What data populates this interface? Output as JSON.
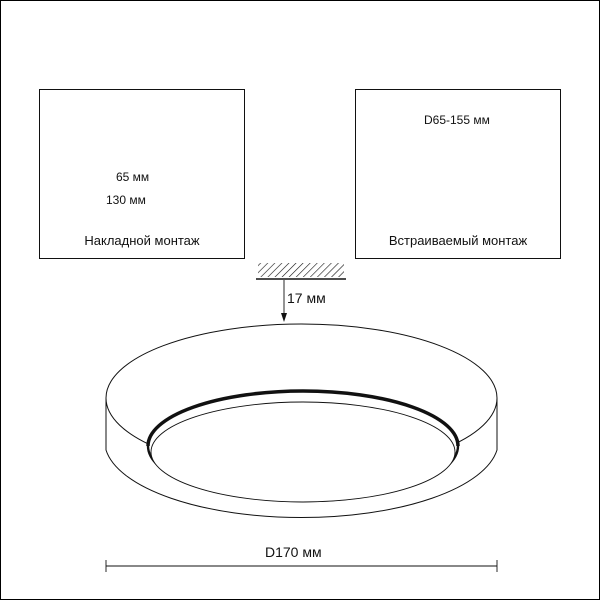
{
  "panels": {
    "surface": {
      "caption": "Накладной монтаж",
      "dim_inner": "65 мм",
      "dim_outer": "130 мм"
    },
    "recessed": {
      "caption": "Встраиваемый монтаж",
      "dim_cutout": "D65-155 мм"
    }
  },
  "main": {
    "height_label": "17 мм",
    "diameter_label": "D170 мм"
  },
  "colors": {
    "line": "#111111",
    "background": "#ffffff"
  }
}
